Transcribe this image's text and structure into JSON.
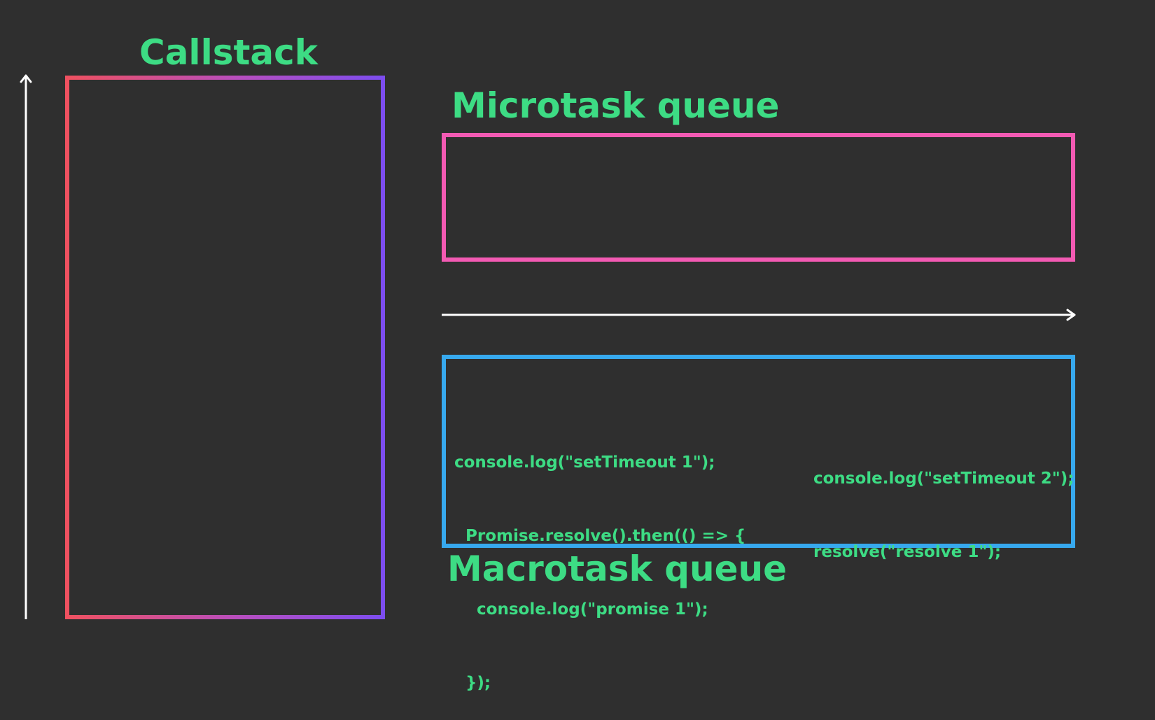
{
  "callstack": {
    "title": "Callstack"
  },
  "microtask_queue": {
    "title": "Microtask queue"
  },
  "macrotask_queue": {
    "title": "Macrotask queue",
    "task1": {
      "lines": [
        "console.log(\"setTimeout 1\");",
        "  Promise.resolve().then(() => {",
        "    console.log(\"promise 1\");",
        "  });"
      ]
    },
    "task2": {
      "lines": [
        "console.log(\"setTimeout 2\");",
        "resolve(\"resolve 1\");"
      ]
    }
  },
  "colors": {
    "background": "#2f2f2f",
    "label_green": "#3ddc84",
    "microtask_border": "#f35ab3",
    "macrotask_border": "#37a9ee",
    "callstack_gradient_start": "#f0515f",
    "callstack_gradient_end": "#7c4df0",
    "arrow": "#ffffff"
  }
}
